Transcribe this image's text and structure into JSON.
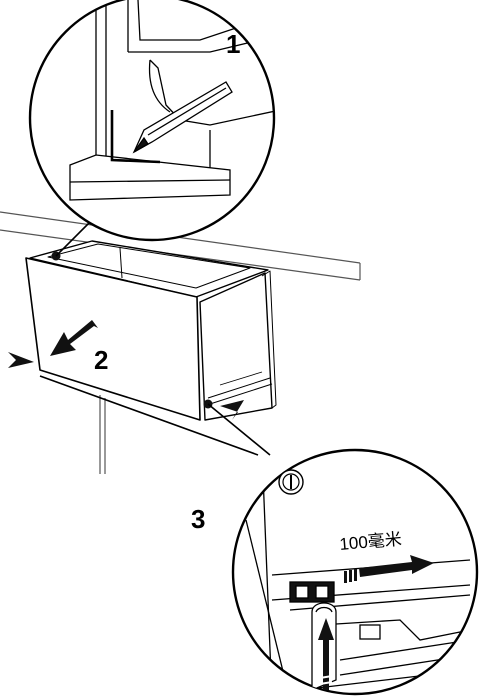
{
  "steps": {
    "step1": "1",
    "step2": "2",
    "step3": "3"
  },
  "dimension_label": "100毫米",
  "colors": {
    "line": "#000000",
    "light_line": "#555555",
    "fill": "#ffffff",
    "dark_fill": "#111111"
  },
  "icons": [
    "pencil-icon",
    "pull-arrow-icon",
    "push-arrow-icon",
    "finger-icon",
    "clip-screw-icon"
  ]
}
